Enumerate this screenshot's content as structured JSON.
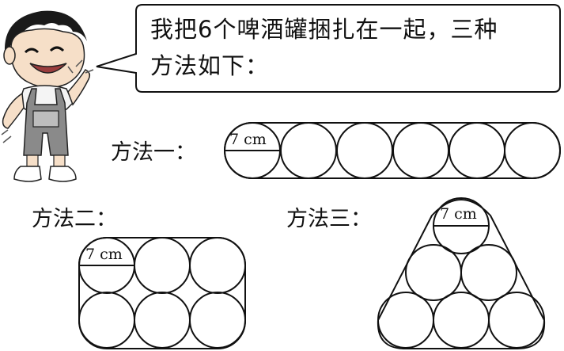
{
  "speech": {
    "line1": "我把6个啤酒罐捆扎在一起，三种",
    "line2": "方法如下："
  },
  "methods": {
    "one": {
      "label": "方法一：",
      "diameter": "7 cm"
    },
    "two": {
      "label": "方法二：",
      "diameter": "7 cm"
    },
    "three": {
      "label": "方法三：",
      "diameter": "7 cm"
    }
  },
  "colors": {
    "ink": "#111111",
    "skin": "#f3d7bd",
    "hair": "#1a1a1a",
    "overall": "#8a8a8a"
  }
}
